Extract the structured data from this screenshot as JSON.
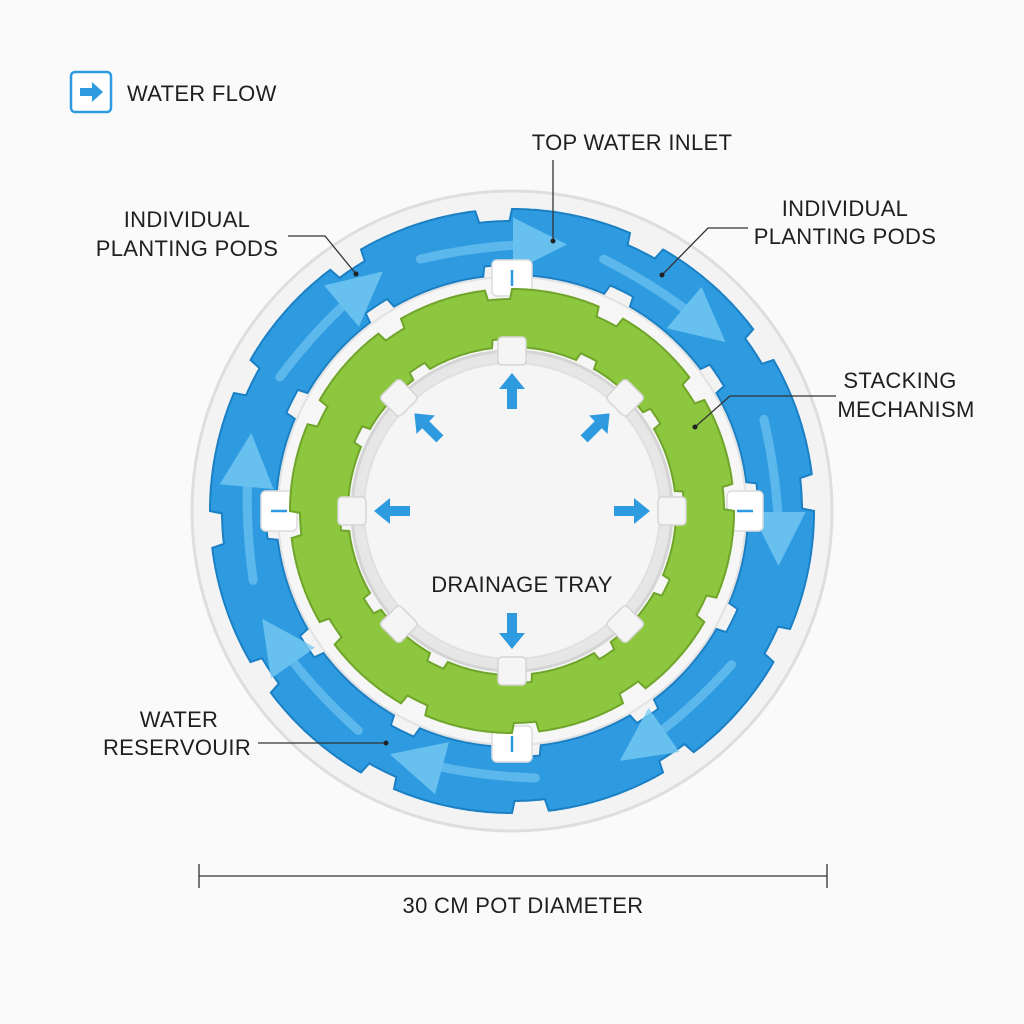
{
  "legend": {
    "label": "WATER FLOW",
    "icon": "right-arrow-icon"
  },
  "labels": {
    "top_inlet": "TOP WATER INLET",
    "pods_left": [
      "INDIVIDUAL",
      "PLANTING PODS"
    ],
    "pods_right": [
      "INDIVIDUAL",
      "PLANTING PODS"
    ],
    "stacking": [
      "STACKING",
      "MECHANISM"
    ],
    "drainage": "DRAINAGE TRAY",
    "reservoir": [
      "WATER",
      "RESERVOUIR"
    ],
    "dimension": "30 CM POT DIAMETER"
  },
  "colors": {
    "water_blue": "#2e9be0",
    "water_blue_light": "#6cc1f0",
    "growing_green": "#8dc63f",
    "outer_rim": "#eeeeee",
    "tray": "#f2f2f2",
    "background": "#fafafa"
  }
}
